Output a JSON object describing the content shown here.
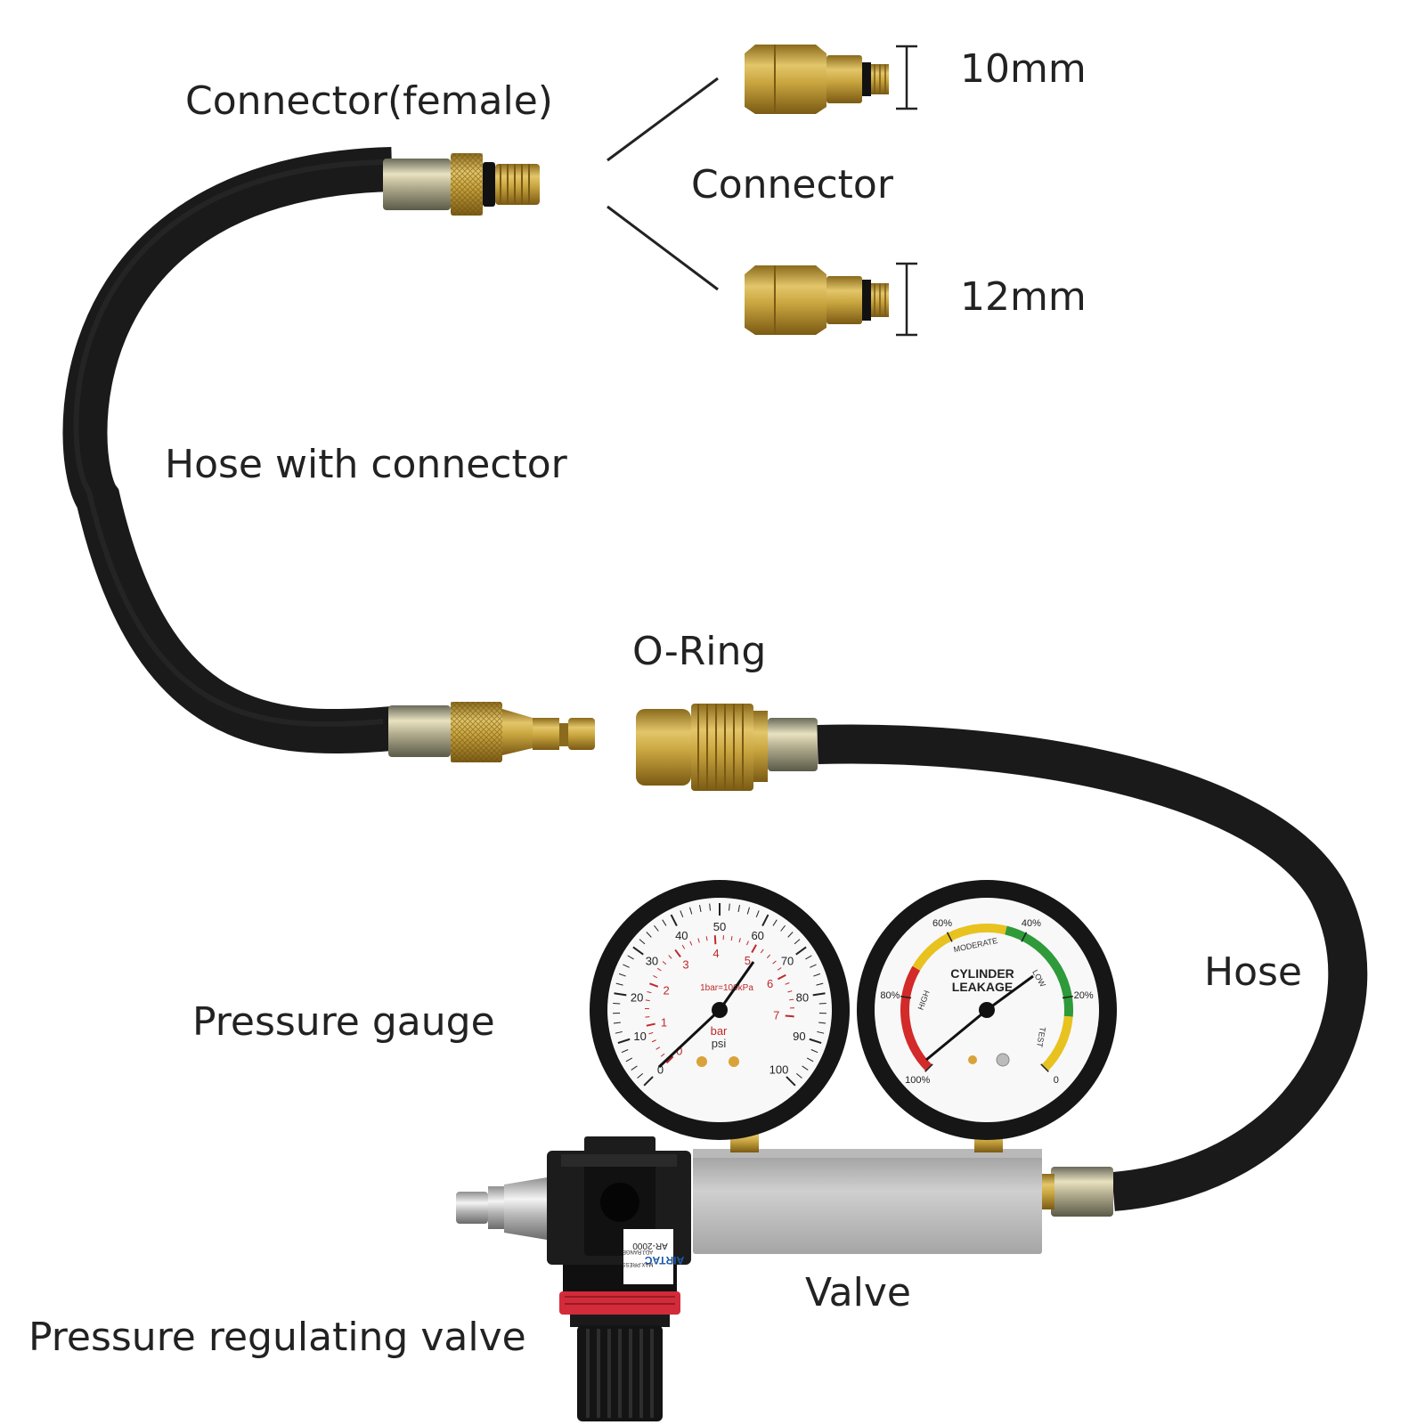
{
  "labels": {
    "connector_female": "Connector(female)",
    "size_10": "10mm",
    "connector": "Connector",
    "size_12": "12mm",
    "hose_with_connector": "Hose with connector",
    "o_ring": "O-Ring",
    "hose": "Hose",
    "pressure_gauge": "Pressure gauge",
    "valve": "Valve",
    "pressure_regulating_valve": "Pressure regulating valve"
  },
  "pressure_gauge": {
    "psi_ticks": [
      "0",
      "10",
      "20",
      "30",
      "40",
      "50",
      "60",
      "70",
      "80",
      "90",
      "100"
    ],
    "bar_ticks": [
      "0",
      "1",
      "2",
      "3",
      "4",
      "5",
      "6",
      "7"
    ],
    "bar_unit": "bar",
    "psi_unit": "psi",
    "scale_note": "1bar=100kPa"
  },
  "leakage_gauge": {
    "title_line1": "CYLINDER",
    "title_line2": "LEAKAGE",
    "percent_ticks": [
      "100%",
      "80%",
      "60%",
      "40%",
      "20%",
      "0"
    ],
    "zones": [
      "HIGH",
      "MODERATE",
      "LOW",
      "TEST"
    ]
  },
  "regulator": {
    "brand": "AIRTAC",
    "model": "AR-2000",
    "adj_range": "ADJ.RANGE",
    "max_press": "MAX.PRESS"
  },
  "colors": {
    "hose": "#1a1a1a",
    "brass": "#c9a53f",
    "zone_high": "#d32a2a",
    "zone_moderate": "#e8c21f",
    "zone_low": "#2e9a3a",
    "bar_scale": "#c0282a"
  }
}
